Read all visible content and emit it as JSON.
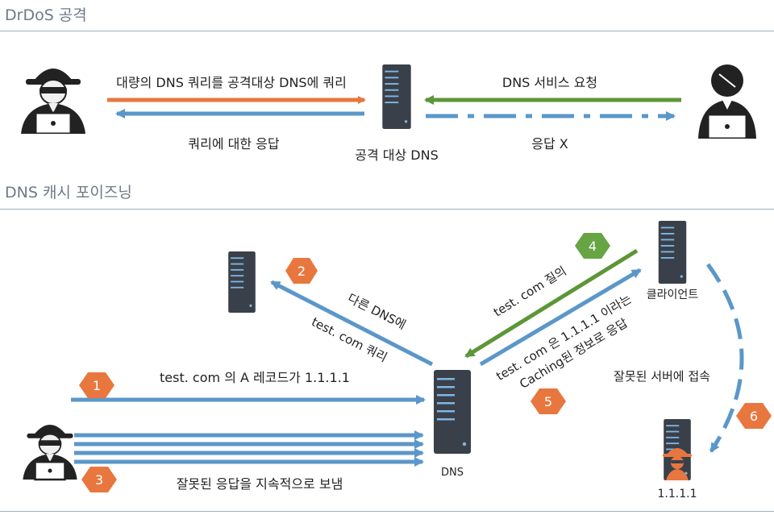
{
  "sections": {
    "drdos_title": "DrDoS 공격",
    "poison_title": "DNS 캐시 포이즈닝"
  },
  "drdos": {
    "query_label": "대량의 DNS 쿼리를 공격대상 DNS에 쿼리",
    "response_label": "쿼리에 대한 응답",
    "target_dns_label": "공격 대상 DNS",
    "service_request_label": "DNS 서비스 요청",
    "no_response_label": "응답 X"
  },
  "poisoning": {
    "other_dns_label_1": "다른 DNS에",
    "other_dns_label_2": "test. com 쿼리",
    "client_label": "클라이언트",
    "client_query_label": "test. com 질의",
    "cached_label_1": "test. com 은 1.1.1.1 이라는",
    "cached_label_2": "Caching된 정보로 응답",
    "bad_server_label": "잘못된 서버에 접속",
    "a_record_label": "test. com 의 A 레코드가 1.1.1.1",
    "persistent_label": "잘못된 응답을 지속적으로 보냄",
    "dns_label": "DNS",
    "bad_ip_label": "1.1.1.1",
    "steps": [
      "1",
      "2",
      "3",
      "4",
      "5",
      "6"
    ]
  },
  "colors": {
    "orange": "#e8773f",
    "blue": "#5b97c9",
    "green": "#5d9638",
    "server": "#3a4049",
    "step_orange": "#e8773f",
    "step_green": "#66a444"
  }
}
